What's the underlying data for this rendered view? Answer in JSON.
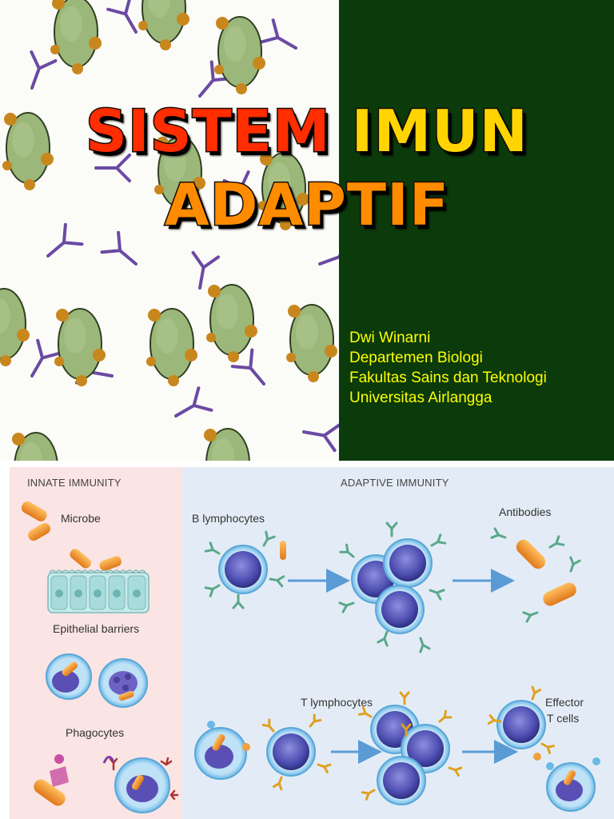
{
  "slide": {
    "title_line1_part1": "SISTEM",
    "title_line1_part2": "IMUN",
    "title_line2": "ADAPTIF",
    "author_lines": [
      "Dwi Winarni",
      "Departemen Biologi",
      "Fakultas Sains dan Teknologi",
      "Universitas Airlangga"
    ],
    "colors": {
      "background_right": "#0b3a0b",
      "author_text": "#ffff00"
    }
  },
  "figure": {
    "innate_header": "INNATE IMMUNITY",
    "adaptive_header": "ADAPTIVE IMMUNITY",
    "labels": {
      "microbe": "Microbe",
      "epithelial": "Epithelial barriers",
      "phagocytes": "Phagocytes",
      "b_lymphocytes": "B lymphocytes",
      "antibodies": "Antibodies",
      "t_lymphocytes": "T lymphocytes",
      "effector_line1": "Effector",
      "effector_line2": "T cells"
    },
    "colors": {
      "innate_panel": "#fbe4e4",
      "adaptive_panel": "#e3ecf6",
      "arrow": "#5b9bd5",
      "cell": "#5c5cb8",
      "microbe": "#f0952a"
    }
  }
}
